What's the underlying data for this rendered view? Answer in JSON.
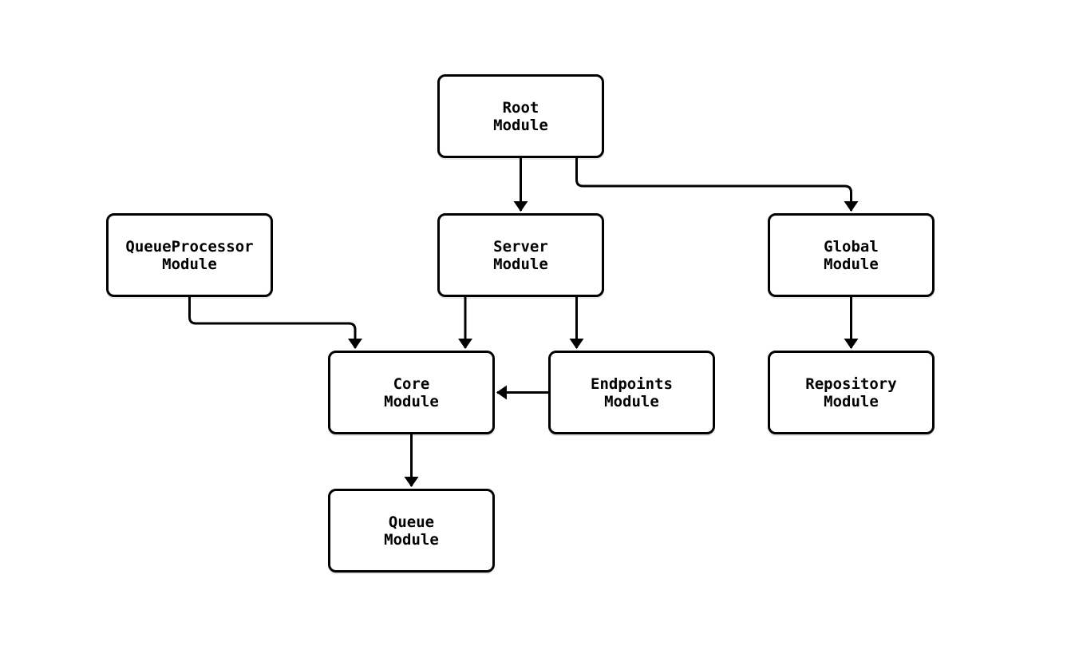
{
  "diagram": {
    "background": "#ffffff",
    "node_style": {
      "fill": "#ffffff",
      "border": "#000000"
    },
    "edge_color": "#000000",
    "nodes": {
      "root": {
        "label": "Root\nModule"
      },
      "queue_processor": {
        "label": "QueueProcessor\nModule"
      },
      "server": {
        "label": "Server\nModule"
      },
      "global": {
        "label": "Global\nModule"
      },
      "core": {
        "label": "Core\nModule"
      },
      "endpoints": {
        "label": "Endpoints\nModule"
      },
      "repository": {
        "label": "Repository\nModule"
      },
      "queue": {
        "label": "Queue\nModule"
      }
    },
    "edges": [
      {
        "from": "Root Module",
        "to": "Server Module"
      },
      {
        "from": "Root Module",
        "to": "Global Module"
      },
      {
        "from": "QueueProcessor Module",
        "to": "Core Module"
      },
      {
        "from": "Server Module",
        "to": "Core Module"
      },
      {
        "from": "Server Module",
        "to": "Endpoints Module"
      },
      {
        "from": "Global Module",
        "to": "Repository Module"
      },
      {
        "from": "Endpoints Module",
        "to": "Core Module"
      },
      {
        "from": "Core Module",
        "to": "Queue Module"
      }
    ]
  }
}
